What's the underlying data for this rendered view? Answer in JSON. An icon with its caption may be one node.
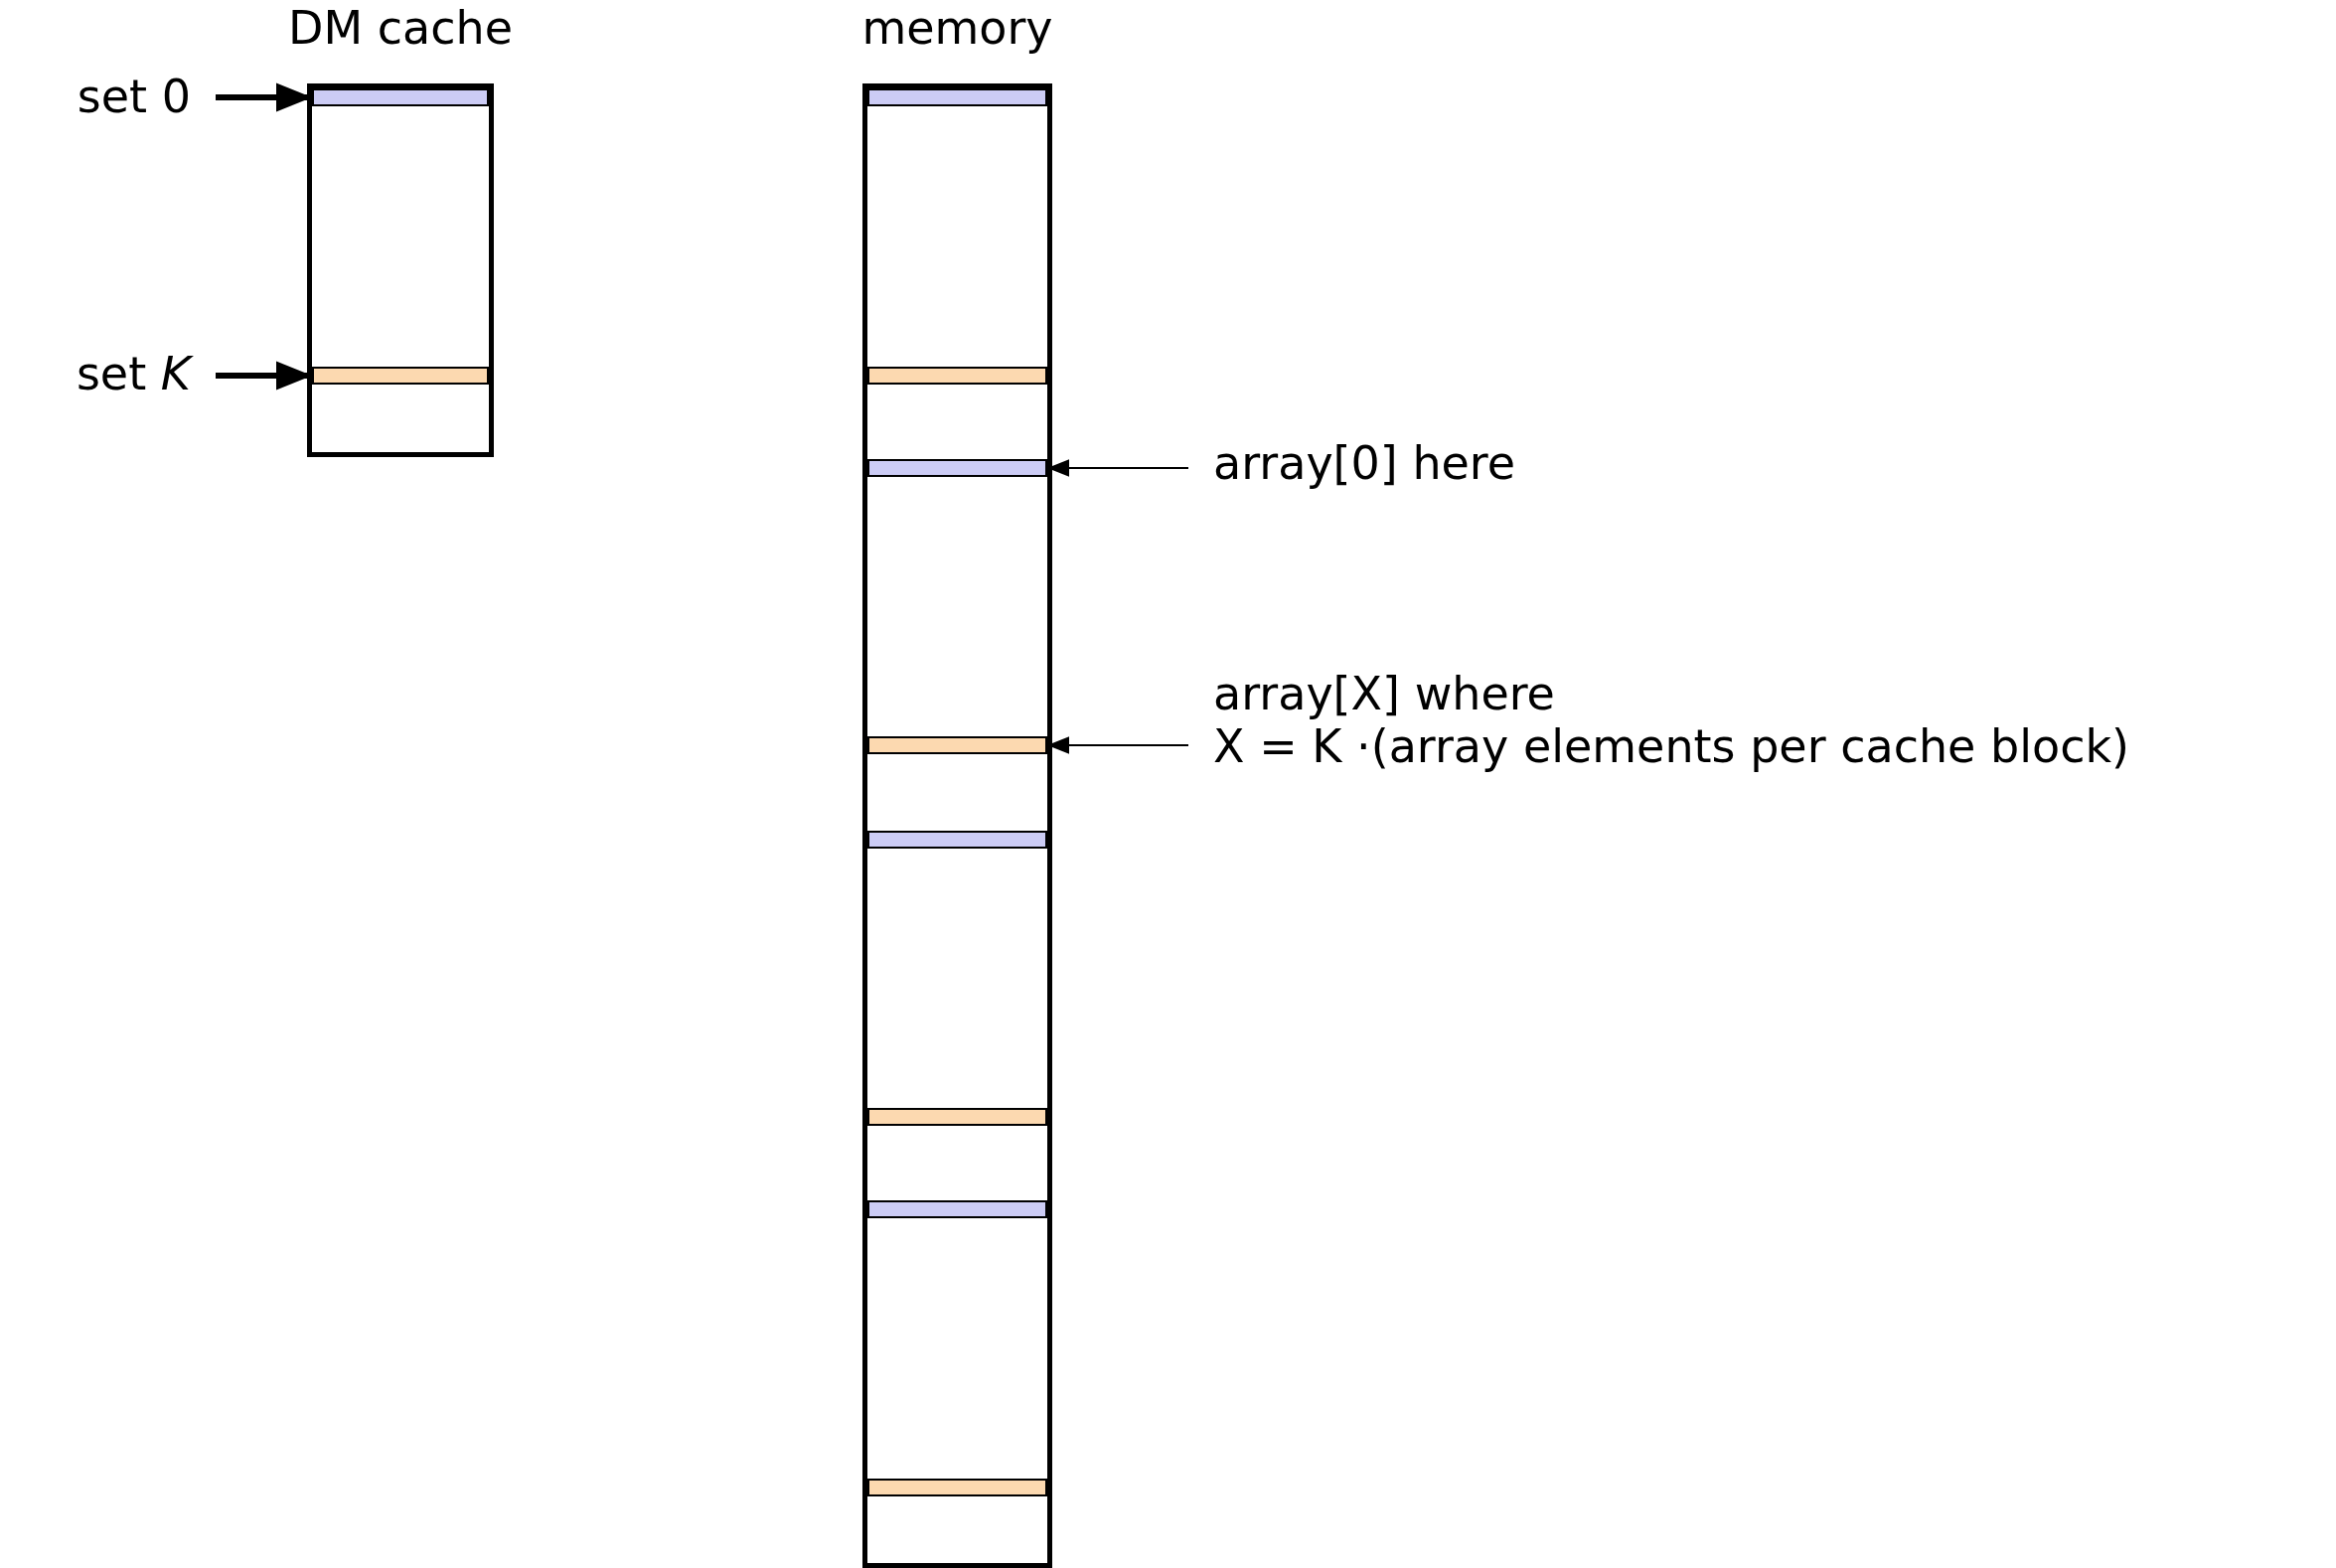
{
  "diagram": {
    "nodes": [
      {
        "text": [
          "DM cache"
        ]
      },
      {
        "text": [],
        "shape": "bar",
        "in": 0
      },
      {
        "text": [],
        "shape": "bar",
        "in": 0
      },
      {
        "text": [
          "memory"
        ]
      },
      {
        "text": [],
        "shape": "bar",
        "in": 3
      },
      {
        "text": [],
        "shape": "bar",
        "in": 3
      },
      {
        "text": [],
        "shape": "bar",
        "in": 3
      },
      {
        "text": [],
        "shape": "bar",
        "in": 3
      },
      {
        "text": [],
        "shape": "bar",
        "in": 3
      },
      {
        "text": [],
        "shape": "bar",
        "in": 3
      },
      {
        "text": [],
        "shape": "bar",
        "in": 3
      },
      {
        "text": [],
        "shape": "bar",
        "in": 3
      },
      {
        "text": [
          "set 0"
        ]
      },
      {
        "text": [
          "set *K*"
        ]
      },
      {
        "text": [
          "array[0] here"
        ]
      },
      {
        "text": [
          "array[X] where",
          "X = K ·(array elements per cache block)"
        ]
      }
    ],
    "edges": [
      {
        "from": 12,
        "to": 1,
        "arrow": "to",
        "style": "thick"
      },
      {
        "from": 13,
        "to": 2,
        "arrow": "to",
        "style": "thick"
      },
      {
        "from": 14,
        "to": 6,
        "arrow": "to"
      },
      {
        "from": 15,
        "to": 7,
        "arrow": "to"
      }
    ]
  }
}
